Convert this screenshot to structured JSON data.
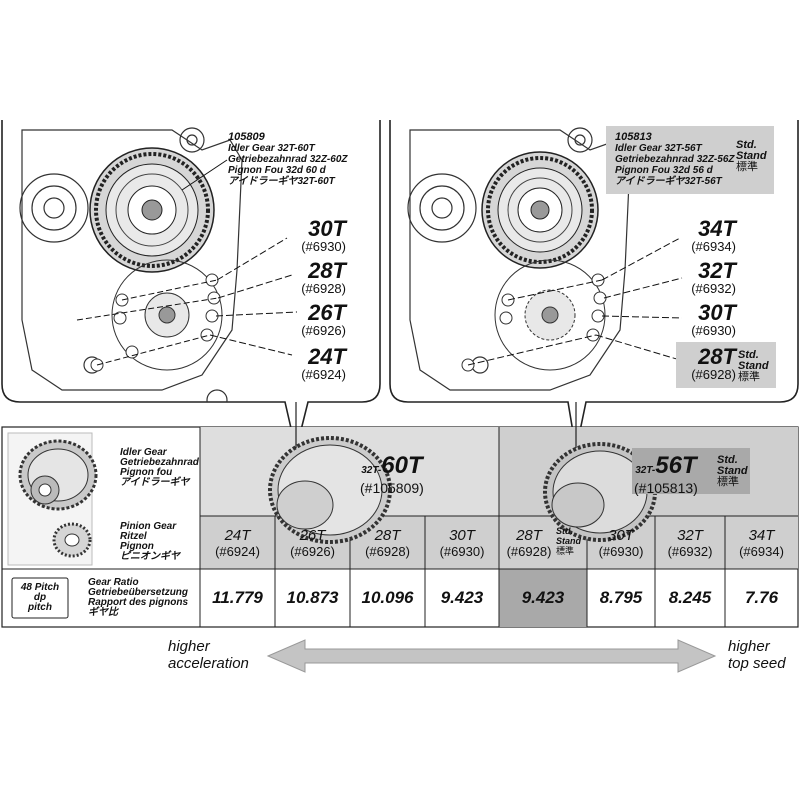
{
  "left_callout": {
    "part_no": "105809",
    "lines": [
      "Idler Gear 32T-60T",
      "Getriebezahnrad 32Z-60Z",
      "Pignon Fou 32d 60 d",
      "アイドラーギヤ32T-60T"
    ],
    "pinions": [
      {
        "teeth": "30T",
        "part": "(#6930)"
      },
      {
        "teeth": "28T",
        "part": "(#6928)"
      },
      {
        "teeth": "26T",
        "part": "(#6926)"
      },
      {
        "teeth": "24T",
        "part": "(#6924)"
      }
    ]
  },
  "right_callout": {
    "part_no": "105813",
    "lines": [
      "Idler Gear 32T-56T",
      "Getriebezahnrad 32Z-56Z",
      "Pignon Fou 32d 56 d",
      "アイドラーギヤ32T-56T"
    ],
    "std": [
      "Std.",
      "Stand",
      "標準"
    ],
    "pinions": [
      {
        "teeth": "34T",
        "part": "(#6934)"
      },
      {
        "teeth": "32T",
        "part": "(#6932)"
      },
      {
        "teeth": "30T",
        "part": "(#6930)"
      },
      {
        "teeth": "28T",
        "part": "(#6928)"
      }
    ],
    "pinion_std": [
      "Std.",
      "Stand",
      "標準"
    ]
  },
  "table": {
    "idler_label": [
      "Idler Gear",
      "Getriebezahnrad",
      "Pignon fou",
      "アイドラーギヤ"
    ],
    "pinion_label": [
      "Pinion Gear",
      "Ritzel",
      "Pignon",
      "ピニオンギヤ"
    ],
    "pitch_label": [
      "48 Pitch",
      "dp",
      "pitch"
    ],
    "ratio_label": [
      "Gear Ratio",
      "Getriebeübersetzung",
      "Rapport des pignons",
      "ギヤ比"
    ],
    "idler_60": {
      "prefix": "32T-",
      "teeth": "60T",
      "part": "(#105809)"
    },
    "idler_56": {
      "prefix": "32T-",
      "teeth": "56T",
      "part": "(#105813)",
      "std": [
        "Std.",
        "Stand",
        "標準"
      ]
    },
    "pinions": [
      {
        "teeth": "24T",
        "part": "(#6924)",
        "ratio": "11.779"
      },
      {
        "teeth": "26T",
        "part": "(#6926)",
        "ratio": "10.873"
      },
      {
        "teeth": "28T",
        "part": "(#6928)",
        "ratio": "10.096"
      },
      {
        "teeth": "30T",
        "part": "(#6930)",
        "ratio": "9.423"
      },
      {
        "teeth": "28T",
        "part": "(#6928)",
        "ratio": "9.423",
        "std": [
          "Std.",
          "Stand",
          "標準"
        ]
      },
      {
        "teeth": "30T",
        "part": "(#6930)",
        "ratio": "8.795"
      },
      {
        "teeth": "32T",
        "part": "(#6932)",
        "ratio": "8.245"
      },
      {
        "teeth": "34T",
        "part": "(#6934)",
        "ratio": "7.76"
      }
    ]
  },
  "arrow": {
    "left": [
      "higher",
      "acceleration"
    ],
    "right": [
      "higher",
      "top seed"
    ]
  },
  "colors": {
    "grey": "#cfcfcf",
    "darkgrey": "#a9a9a9",
    "line": "#222222"
  }
}
